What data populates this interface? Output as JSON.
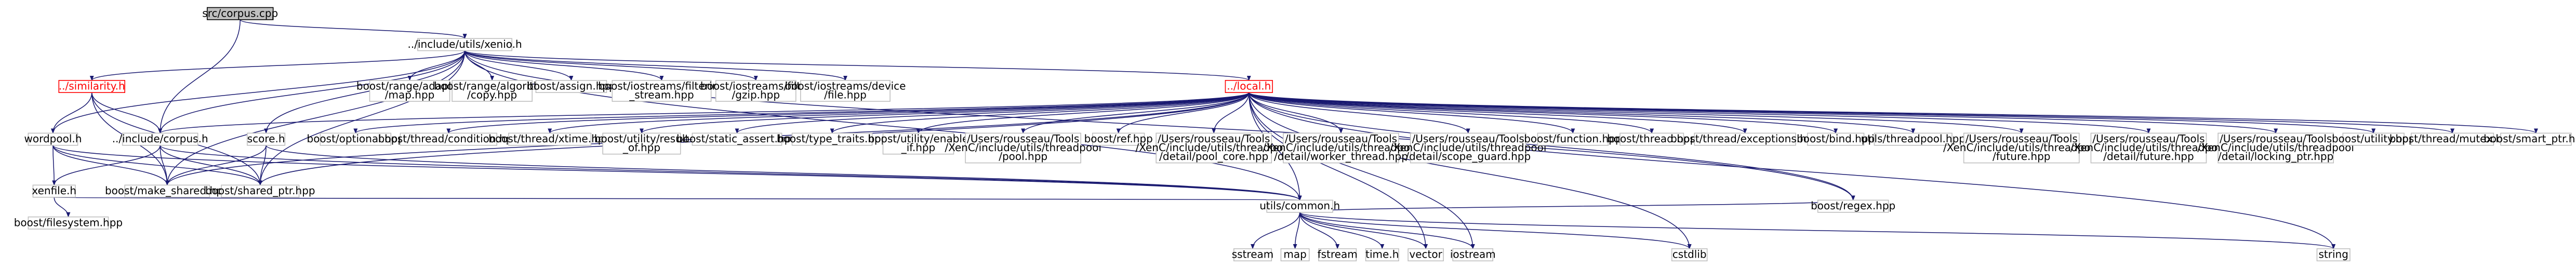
{
  "colors": {
    "edge": "#191970",
    "node_border": "#bfbfbf",
    "focus_fill": "#bfbfbf",
    "focus_border": "#000000",
    "red_border": "#ff0000",
    "red_text": "#ff0000"
  },
  "nodes": {
    "src_corpus_cpp": {
      "lines": [
        "src/corpus.cpp"
      ],
      "style": "focus"
    },
    "xenio_h": {
      "lines": [
        "../include/utils/xenio.h"
      ],
      "style": "plain"
    },
    "similarity_h": {
      "lines": [
        "../similarity.h"
      ],
      "style": "red"
    },
    "local_h": {
      "lines": [
        "../local.h"
      ],
      "style": "red"
    },
    "wordpool_h": {
      "lines": [
        "wordpool.h"
      ],
      "style": "plain"
    },
    "include_corpus_h": {
      "lines": [
        "../include/corpus.h"
      ],
      "style": "plain"
    },
    "score_h": {
      "lines": [
        "score.h"
      ],
      "style": "plain"
    },
    "range_adaptor_map": {
      "lines": [
        "boost/range/adaptor",
        "/map.hpp"
      ],
      "style": "plain"
    },
    "range_algorithm_copy": {
      "lines": [
        "boost/range/algorithm",
        "/copy.hpp"
      ],
      "style": "plain"
    },
    "boost_assign": {
      "lines": [
        "boost/assign.hpp"
      ],
      "style": "plain"
    },
    "iostreams_filtering": {
      "lines": [
        "boost/iostreams/filtering",
        "_stream.hpp"
      ],
      "style": "plain"
    },
    "iostreams_filter_gzip": {
      "lines": [
        "boost/iostreams/filter",
        "/gzip.hpp"
      ],
      "style": "plain"
    },
    "iostreams_device_file": {
      "lines": [
        "boost/iostreams/device",
        "/file.hpp"
      ],
      "style": "plain"
    },
    "boost_optional": {
      "lines": [
        "boost/optional.hpp"
      ],
      "style": "plain"
    },
    "thread_condition": {
      "lines": [
        "boost/thread/condition.hpp"
      ],
      "style": "plain"
    },
    "thread_xtime": {
      "lines": [
        "boost/thread/xtime.hpp"
      ],
      "style": "plain"
    },
    "utility_result_of": {
      "lines": [
        "boost/utility/result",
        "_of.hpp"
      ],
      "style": "plain"
    },
    "static_assert": {
      "lines": [
        "boost/static_assert.hpp"
      ],
      "style": "plain"
    },
    "type_traits": {
      "lines": [
        "boost/type_traits.hpp"
      ],
      "style": "plain"
    },
    "utility_enable_if": {
      "lines": [
        "boost/utility/enable",
        "_if.hpp"
      ],
      "style": "plain"
    },
    "tp_pool": {
      "lines": [
        "/Users/rousseau/Tools",
        "/XenC/include/utils/threadpool",
        "/pool.hpp"
      ],
      "style": "plain"
    },
    "boost_ref": {
      "lines": [
        "boost/ref.hpp"
      ],
      "style": "plain"
    },
    "tp_pool_core": {
      "lines": [
        "/Users/rousseau/Tools",
        "/XenC/include/utils/threadpool",
        "/detail/pool_core.hpp"
      ],
      "style": "plain"
    },
    "tp_worker_thread": {
      "lines": [
        "/Users/rousseau/Tools",
        "/XenC/include/utils/threadpool",
        "/detail/worker_thread.hpp"
      ],
      "style": "plain"
    },
    "tp_scope_guard": {
      "lines": [
        "/Users/rousseau/Tools",
        "/XenC/include/utils/threadpool",
        "/detail/scope_guard.hpp"
      ],
      "style": "plain"
    },
    "boost_function": {
      "lines": [
        "boost/function.hpp"
      ],
      "style": "plain"
    },
    "boost_thread": {
      "lines": [
        "boost/thread.hpp"
      ],
      "style": "plain"
    },
    "thread_exceptions": {
      "lines": [
        "boost/thread/exceptions.hpp"
      ],
      "style": "plain"
    },
    "boost_bind": {
      "lines": [
        "boost/bind.hpp"
      ],
      "style": "plain"
    },
    "utils_threadpool": {
      "lines": [
        "utils/threadpool.hpp"
      ],
      "style": "plain"
    },
    "tp_future": {
      "lines": [
        "/Users/rousseau/Tools",
        "/XenC/include/utils/threadpool",
        "/future.hpp"
      ],
      "style": "plain"
    },
    "tp_detail_future": {
      "lines": [
        "/Users/rousseau/Tools",
        "/XenC/include/utils/threadpool",
        "/detail/future.hpp"
      ],
      "style": "plain"
    },
    "tp_locking_ptr": {
      "lines": [
        "/Users/rousseau/Tools",
        "/XenC/include/utils/threadpool",
        "/detail/locking_ptr.hpp"
      ],
      "style": "plain"
    },
    "boost_utility": {
      "lines": [
        "boost/utility.hpp"
      ],
      "style": "plain"
    },
    "thread_mutex": {
      "lines": [
        "boost/thread/mutex.hpp"
      ],
      "style": "plain"
    },
    "smart_ptr": {
      "lines": [
        "boost/smart_ptr.hpp"
      ],
      "style": "plain"
    },
    "xenfile_h": {
      "lines": [
        "xenfile.h"
      ],
      "style": "plain"
    },
    "make_shared": {
      "lines": [
        "boost/make_shared.hpp"
      ],
      "style": "plain"
    },
    "shared_ptr": {
      "lines": [
        "boost/shared_ptr.hpp"
      ],
      "style": "plain"
    },
    "boost_filesystem": {
      "lines": [
        "boost/filesystem.hpp"
      ],
      "style": "plain"
    },
    "utils_common_h": {
      "lines": [
        "utils/common.h"
      ],
      "style": "plain"
    },
    "boost_regex": {
      "lines": [
        "boost/regex.hpp"
      ],
      "style": "plain"
    },
    "sstream": {
      "lines": [
        "sstream"
      ],
      "style": "plain"
    },
    "map": {
      "lines": [
        "map"
      ],
      "style": "plain"
    },
    "fstream": {
      "lines": [
        "fstream"
      ],
      "style": "plain"
    },
    "time_h": {
      "lines": [
        "time.h"
      ],
      "style": "plain"
    },
    "vector": {
      "lines": [
        "vector"
      ],
      "style": "plain"
    },
    "iostream": {
      "lines": [
        "iostream"
      ],
      "style": "plain"
    },
    "cstdlib": {
      "lines": [
        "cstdlib"
      ],
      "style": "plain"
    },
    "string": {
      "lines": [
        "string"
      ],
      "style": "plain"
    }
  },
  "edges": [
    [
      "src_corpus_cpp",
      "xenio_h"
    ],
    [
      "src_corpus_cpp",
      "include_corpus_h"
    ],
    [
      "xenio_h",
      "similarity_h"
    ],
    [
      "xenio_h",
      "local_h"
    ],
    [
      "xenio_h",
      "wordpool_h"
    ],
    [
      "xenio_h",
      "include_corpus_h"
    ],
    [
      "xenio_h",
      "score_h"
    ],
    [
      "xenio_h",
      "range_adaptor_map"
    ],
    [
      "xenio_h",
      "range_algorithm_copy"
    ],
    [
      "xenio_h",
      "boost_assign"
    ],
    [
      "xenio_h",
      "iostreams_filtering"
    ],
    [
      "xenio_h",
      "iostreams_filter_gzip"
    ],
    [
      "xenio_h",
      "iostreams_device_file"
    ],
    [
      "xenio_h",
      "make_shared"
    ],
    [
      "xenio_h",
      "shared_ptr"
    ],
    [
      "xenio_h",
      "utils_common_h"
    ],
    [
      "xenio_h",
      "boost_regex"
    ],
    [
      "similarity_h",
      "wordpool_h"
    ],
    [
      "similarity_h",
      "include_corpus_h"
    ],
    [
      "similarity_h",
      "make_shared"
    ],
    [
      "similarity_h",
      "shared_ptr"
    ],
    [
      "local_h",
      "boost_optional"
    ],
    [
      "local_h",
      "thread_condition"
    ],
    [
      "local_h",
      "thread_xtime"
    ],
    [
      "local_h",
      "utility_result_of"
    ],
    [
      "local_h",
      "static_assert"
    ],
    [
      "local_h",
      "type_traits"
    ],
    [
      "local_h",
      "utility_enable_if"
    ],
    [
      "local_h",
      "tp_pool"
    ],
    [
      "local_h",
      "boost_ref"
    ],
    [
      "local_h",
      "tp_pool_core"
    ],
    [
      "local_h",
      "tp_worker_thread"
    ],
    [
      "local_h",
      "tp_scope_guard"
    ],
    [
      "local_h",
      "boost_function"
    ],
    [
      "local_h",
      "boost_thread"
    ],
    [
      "local_h",
      "thread_exceptions"
    ],
    [
      "local_h",
      "boost_bind"
    ],
    [
      "local_h",
      "utils_threadpool"
    ],
    [
      "local_h",
      "tp_future"
    ],
    [
      "local_h",
      "tp_detail_future"
    ],
    [
      "local_h",
      "tp_locking_ptr"
    ],
    [
      "local_h",
      "boost_utility"
    ],
    [
      "local_h",
      "thread_mutex"
    ],
    [
      "local_h",
      "smart_ptr"
    ],
    [
      "local_h",
      "include_corpus_h"
    ],
    [
      "local_h",
      "make_shared"
    ],
    [
      "local_h",
      "shared_ptr"
    ],
    [
      "local_h",
      "utils_common_h"
    ],
    [
      "local_h",
      "boost_regex"
    ],
    [
      "local_h",
      "vector"
    ],
    [
      "local_h",
      "iostream"
    ],
    [
      "local_h",
      "cstdlib"
    ],
    [
      "local_h",
      "string"
    ],
    [
      "wordpool_h",
      "xenfile_h"
    ],
    [
      "wordpool_h",
      "make_shared"
    ],
    [
      "wordpool_h",
      "shared_ptr"
    ],
    [
      "wordpool_h",
      "utils_common_h"
    ],
    [
      "include_corpus_h",
      "xenfile_h"
    ],
    [
      "include_corpus_h",
      "make_shared"
    ],
    [
      "include_corpus_h",
      "shared_ptr"
    ],
    [
      "include_corpus_h",
      "utils_common_h"
    ],
    [
      "score_h",
      "make_shared"
    ],
    [
      "score_h",
      "shared_ptr"
    ],
    [
      "score_h",
      "utils_common_h"
    ],
    [
      "xenfile_h",
      "boost_filesystem"
    ],
    [
      "xenfile_h",
      "utils_common_h"
    ],
    [
      "utils_common_h",
      "sstream"
    ],
    [
      "utils_common_h",
      "map"
    ],
    [
      "utils_common_h",
      "fstream"
    ],
    [
      "utils_common_h",
      "time_h"
    ],
    [
      "utils_common_h",
      "vector"
    ],
    [
      "utils_common_h",
      "iostream"
    ],
    [
      "utils_common_h",
      "cstdlib"
    ],
    [
      "utils_common_h",
      "string"
    ],
    [
      "utils_common_h",
      "boost_regex"
    ]
  ]
}
